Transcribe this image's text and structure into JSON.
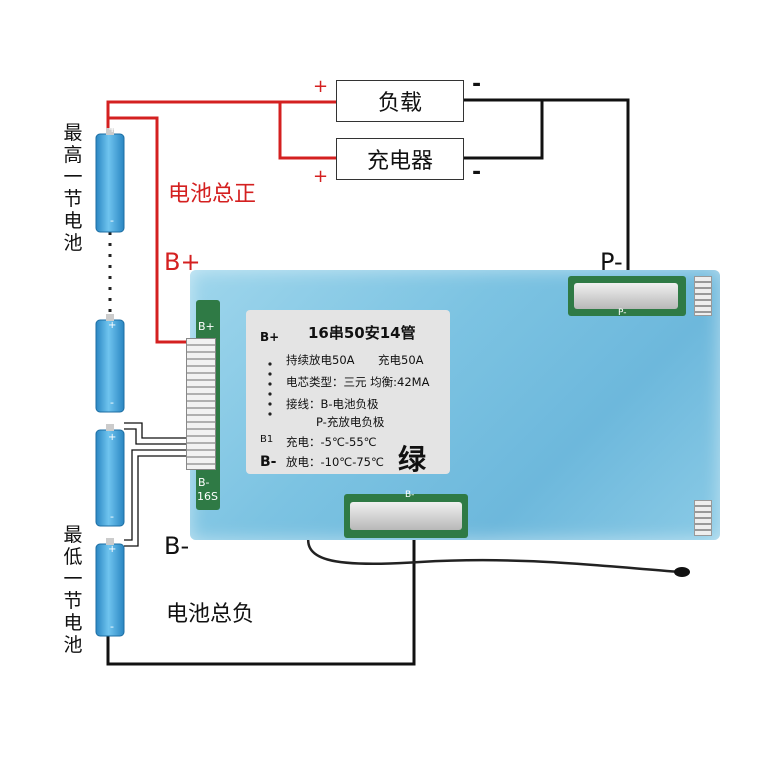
{
  "load_box": {
    "label": "负载",
    "plus": "+",
    "minus": "-"
  },
  "charger_box": {
    "label": "充电器",
    "plus": "+",
    "minus": "-"
  },
  "labels": {
    "battery_total_pos": "电池总正",
    "b_plus": "B+",
    "b_minus": "B-",
    "battery_total_neg": "电池总负",
    "p_minus": "P-",
    "highest_cell": "最高一节电池",
    "lowest_cell": "最低一节电池"
  },
  "board": {
    "connector_top": "B+",
    "connector_bottom": "B-",
    "connector_code": "16S",
    "bottom_pad_label": "B-",
    "top_pad_label": "P-"
  },
  "spec_card": {
    "title": "16串50安14管",
    "row1_a": "持续放电50A",
    "row1_b": "充电50A",
    "row2": "电芯类型：三元 均衡:42MA",
    "row3": "接线：B-电池负极",
    "row4": "P-充放电负极",
    "row5": "充电：-5℃-55℃",
    "row6": "放电：-10℃-75℃",
    "left_top": "B+",
    "left_b1": "B1",
    "left_bottom": "B-",
    "color_mark": "绿"
  },
  "cell_marks": {
    "plus": "+",
    "minus": "-"
  },
  "colors": {
    "positive_wire": "#d42020",
    "negative_wire": "#111111",
    "board": "#7cc3e2",
    "cell": "#3da8e0"
  }
}
